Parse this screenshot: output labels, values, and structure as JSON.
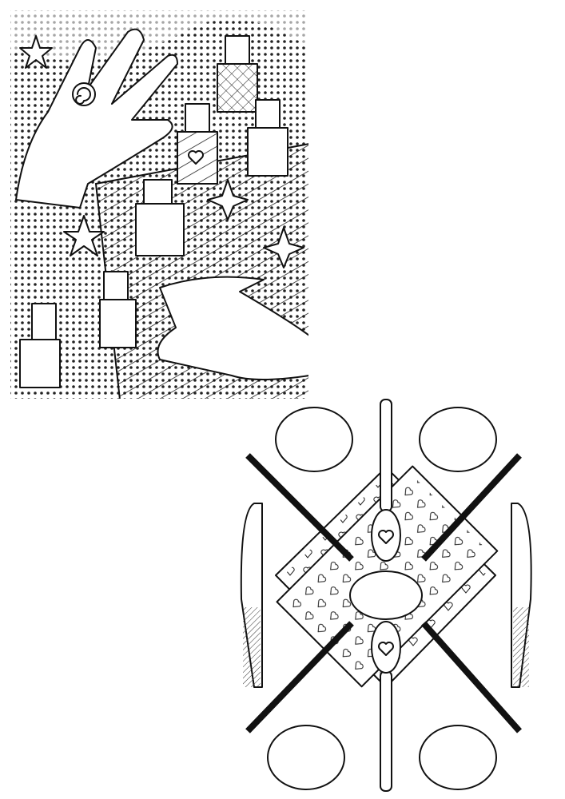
{
  "pages": [
    {
      "subject": "nail-polish-and-hands",
      "ring_lettering": "cute"
    },
    {
      "subject": "cookies-and-cutlery"
    }
  ],
  "colors": {
    "ink": "#111111",
    "paper": "#ffffff"
  }
}
